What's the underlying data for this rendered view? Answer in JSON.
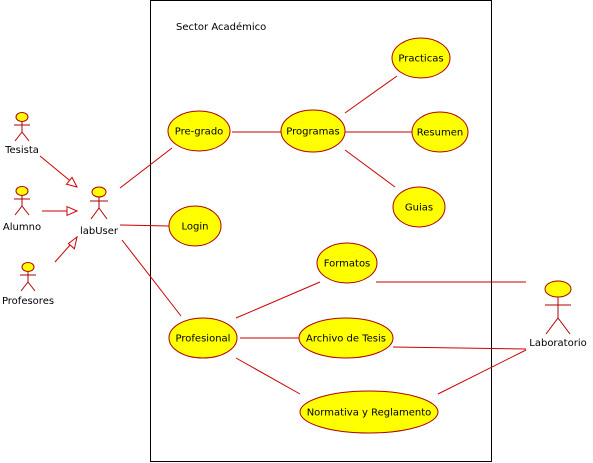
{
  "diagram": {
    "type": "use-case",
    "system": {
      "name": "Sector Académico"
    },
    "actors": [
      {
        "id": "tesista",
        "name": "Tesista"
      },
      {
        "id": "alumno",
        "name": "Alumno"
      },
      {
        "id": "profesores",
        "name": "Profesores"
      },
      {
        "id": "labuser",
        "name": "labUser"
      },
      {
        "id": "laboratorio",
        "name": "Laboratorio"
      }
    ],
    "use_cases": [
      {
        "id": "pregrado",
        "name": "Pre-grado"
      },
      {
        "id": "programas",
        "name": "Programas"
      },
      {
        "id": "practicas",
        "name": "Practicas"
      },
      {
        "id": "resumen",
        "name": "Resumen"
      },
      {
        "id": "guias",
        "name": "Guias"
      },
      {
        "id": "login",
        "name": "Login"
      },
      {
        "id": "formatos",
        "name": "Formatos"
      },
      {
        "id": "profesional",
        "name": "Profesional"
      },
      {
        "id": "archivo",
        "name": "Archivo de Tesis"
      },
      {
        "id": "normativa",
        "name": "Normativa y Reglamento"
      }
    ],
    "generalizations": [
      {
        "from": "tesista",
        "to": "labuser"
      },
      {
        "from": "alumno",
        "to": "labuser"
      },
      {
        "from": "profesores",
        "to": "labuser"
      }
    ],
    "associations": [
      {
        "from": "labuser",
        "to": "pregrado"
      },
      {
        "from": "labuser",
        "to": "login"
      },
      {
        "from": "labuser",
        "to": "profesional"
      },
      {
        "from": "pregrado",
        "to": "programas"
      },
      {
        "from": "programas",
        "to": "practicas"
      },
      {
        "from": "programas",
        "to": "resumen"
      },
      {
        "from": "programas",
        "to": "guias"
      },
      {
        "from": "profesional",
        "to": "formatos"
      },
      {
        "from": "profesional",
        "to": "archivo"
      },
      {
        "from": "profesional",
        "to": "normativa"
      },
      {
        "from": "formatos",
        "to": "laboratorio"
      },
      {
        "from": "archivo",
        "to": "laboratorio"
      },
      {
        "from": "normativa",
        "to": "laboratorio"
      }
    ]
  },
  "colors": {
    "use_case_fill": "#ffff00",
    "outline": "#b00000",
    "connector": "#cc0000",
    "boundary": "#000000"
  }
}
